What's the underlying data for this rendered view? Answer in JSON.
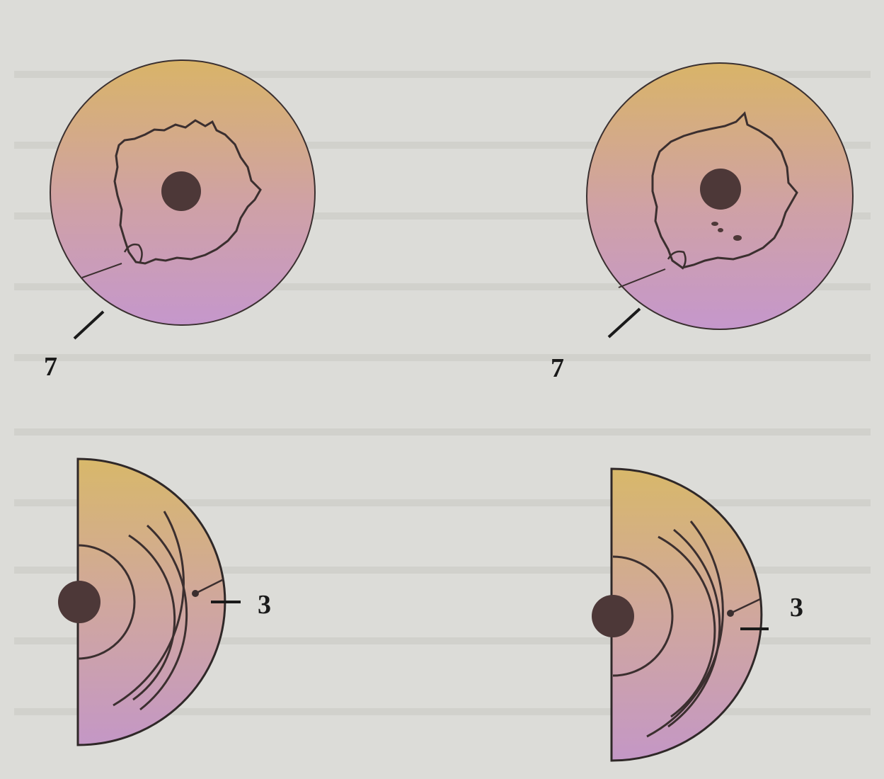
{
  "figure": {
    "panels": [
      {
        "id": "top-left",
        "label": "7"
      },
      {
        "id": "top-right",
        "label": "7"
      },
      {
        "id": "bottom-left",
        "label": "3"
      },
      {
        "id": "bottom-right",
        "label": "3"
      }
    ]
  },
  "colors": {
    "background": "#dcdcd8",
    "ink": "#2b2424",
    "disc_top": "#d8b46a",
    "disc_bottom": "#c79ac7",
    "nucleus": "#4a3535"
  }
}
